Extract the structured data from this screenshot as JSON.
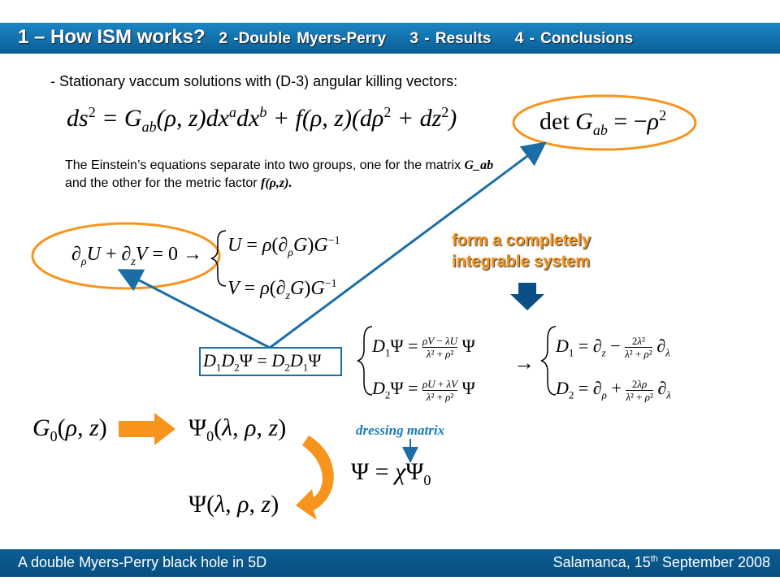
{
  "header": {
    "active": "1 – How ISM works?",
    "sections": [
      "2 -Double Myers-Perry",
      "3 - Results",
      "4 - Conclusions"
    ]
  },
  "content": {
    "line1": "- Stationary vaccum solutions with (D-3) angular killing vectors:",
    "metric": "ds² = G_ab(ρ, z) dx^a dx^b + f(ρ, z)(dρ² + dz²)",
    "det": "det G_ab = −ρ²",
    "para_a": "The Einstein’s equations separate into two groups, one for the matrix",
    "para_gab": "G_ab",
    "para_b": "and the other for the metric factor",
    "para_f": "f(ρ,z).",
    "integrable": [
      "form a completely",
      "integrable system"
    ],
    "divergence": "∂_ρ U + ∂_z V = 0",
    "U_def": "U = ρ(∂_ρ G)G⁻¹",
    "V_def": "V = ρ(∂_z G)G⁻¹",
    "commute": "D₁D₂Ψ = D₂D₁Ψ",
    "lax1": "D₁Ψ = (ρV − λU)/(λ² + ρ²) Ψ",
    "lax2": "D₂Ψ = (ρU + λV)/(λ² + ρ²) Ψ",
    "op1": "D₁ = ∂_z − 2λ²/(λ² + ρ²) ∂_λ",
    "op2": "D₂ = ∂_ρ + 2λρ/(λ² + ρ²) ∂_λ",
    "g0": "G₀(ρ, z)",
    "psi0": "Ψ₀(λ, ρ, z)",
    "dressing_label": "dressing matrix",
    "dressing_eq": "Ψ = χΨ₀",
    "psi": "Ψ(λ, ρ, z)"
  },
  "footer": {
    "left": "A double Myers-Perry black hole in 5D",
    "right_pre": "Salamanca, 15",
    "right_sup": "th",
    "right_post": " September 2008"
  },
  "colors": {
    "header_blue": "#0a5d96",
    "orange": "#f7941d",
    "arrow_blue": "#1b6ea5",
    "down_arrow": "#0b4f86"
  }
}
